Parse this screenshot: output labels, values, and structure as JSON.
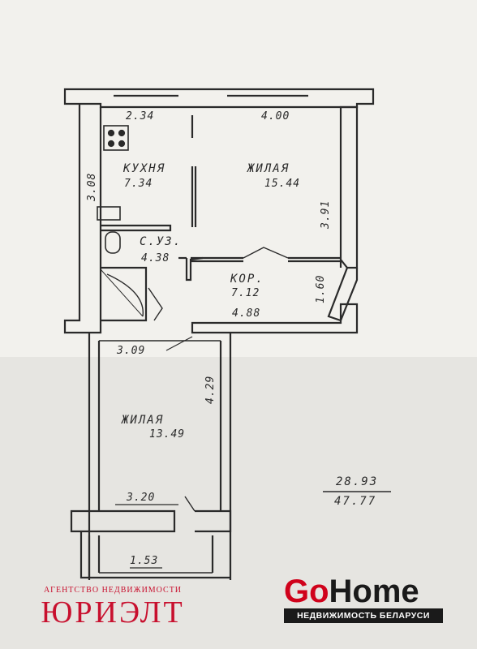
{
  "rooms": {
    "kitchen": {
      "name": "КУХНЯ",
      "area": "7.34"
    },
    "living_room_1": {
      "name": "ЖИЛАЯ",
      "area": "15.44"
    },
    "bathroom": {
      "name": "С.УЗ.",
      "area": "4.38"
    },
    "corridor": {
      "name": "КОР.",
      "area": "7.12"
    },
    "living_room_2": {
      "name": "ЖИЛАЯ",
      "area": "13.49"
    }
  },
  "dimensions": {
    "kitchen_width": "2.34",
    "living_1_width": "4.00",
    "kitchen_depth": "3.08",
    "living_1_depth": "3.91",
    "corridor_side": "1.60",
    "corridor_length": "4.88",
    "living_2_top": "3.09",
    "living_2_depth": "4.29",
    "living_2_width": "3.20",
    "balcony_width": "1.53"
  },
  "totals": {
    "living_area": "28.93",
    "total_area": "47.77"
  },
  "branding": {
    "agency_subtitle": "АГЕНТСТВО НЕДВИЖИМОСТИ",
    "agency_name": "ЮРИЭЛТ",
    "gohome_go": "Go",
    "gohome_home": "Home",
    "gohome_tagline": "НЕДВИЖИМОСТЬ БЕЛАРУСИ",
    "agency_color": "#c8102e",
    "gohome_red": "#d0021b"
  }
}
